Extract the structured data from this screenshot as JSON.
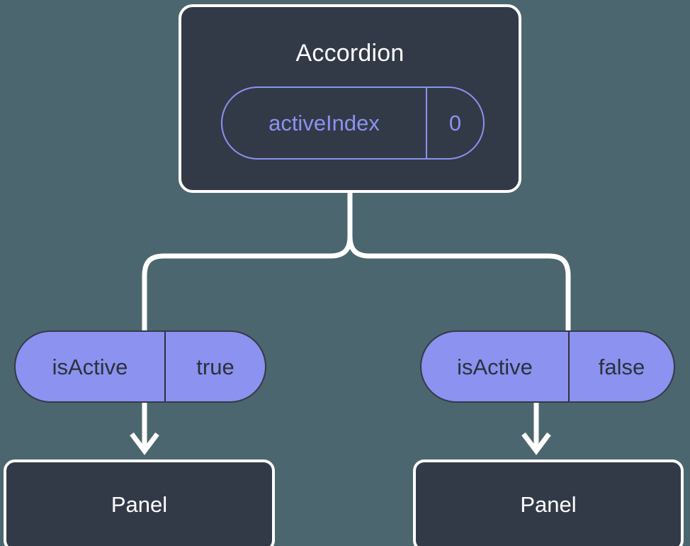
{
  "diagram": {
    "type": "component-tree",
    "background_color": "#4c666f",
    "root": {
      "title": "Accordion",
      "prop": {
        "key": "activeIndex",
        "value": "0"
      }
    },
    "branches": [
      {
        "side": "left",
        "prop": {
          "key": "isActive",
          "value": "true"
        },
        "child_title": "Panel"
      },
      {
        "side": "right",
        "prop": {
          "key": "isActive",
          "value": "false"
        },
        "child_title": "Panel"
      }
    ],
    "colors": {
      "node_fill": "#333a47",
      "node_stroke": "#ffffff",
      "accent_purple": "#8b92ef",
      "dark_text": "#2c313c",
      "light_text": "#ffffff",
      "connector": "#ffffff"
    }
  }
}
